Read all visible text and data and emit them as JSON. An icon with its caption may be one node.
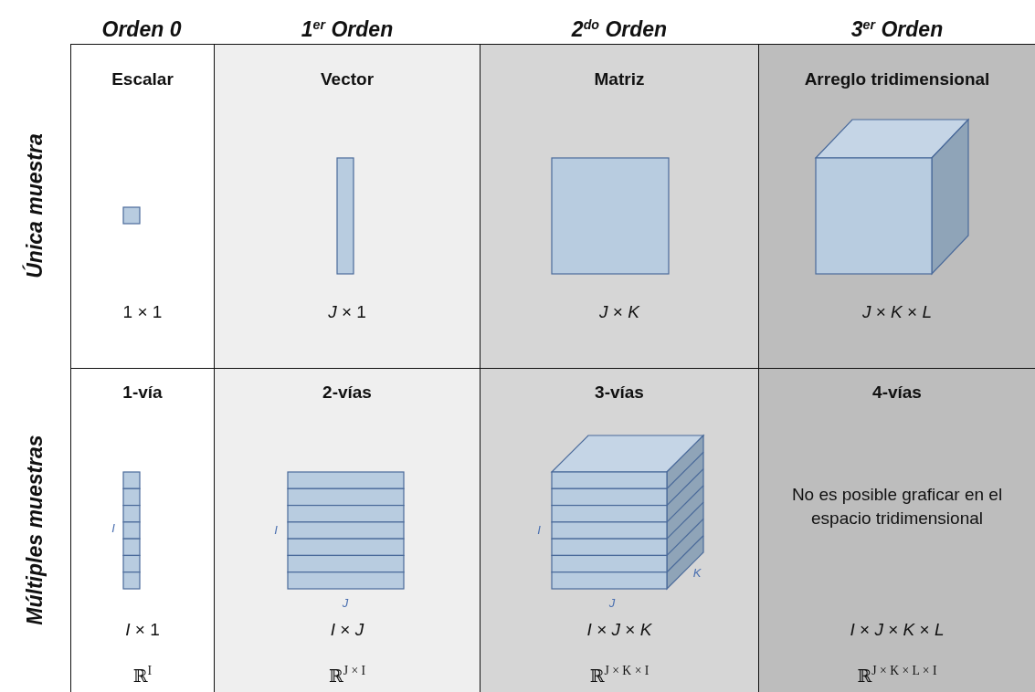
{
  "diagram": {
    "nodes": [
      {
        "text": [
          "Escalar",
          "1 × 1"
        ]
      },
      {
        "text": [
          "Vector",
          "*J* × 1"
        ]
      },
      {
        "text": [
          "Matriz",
          "*J* × *K*"
        ]
      },
      {
        "text": [
          "Arreglo tridimensional",
          "*J* × *K* × *L*"
        ]
      },
      {
        "text": [
          "1-vía",
          "*I* × 1",
          "ℝ$^{I}$"
        ]
      },
      {
        "text": [
          "2-vías",
          "*I* × *J*",
          "ℝ$^{J × I}$"
        ]
      },
      {
        "text": [
          "3-vías",
          "*I* × *J* × *K*",
          "ℝ$^{J × K × I}$"
        ]
      },
      {
        "text": [
          "4-vías",
          "No es posible graficar en el espacio tridimensional",
          "*I* × *J* × *K* × *L*",
          "ℝ$^{J × K × L × I}$"
        ]
      }
    ],
    "labels": [
      "Orden 0",
      "1$^{er}$ Orden",
      "2$^{do}$ Orden",
      "3$^{er}$ Orden",
      "Única muestra",
      "Múltiples muestras",
      "I",
      "I",
      "J",
      "I",
      "J",
      "K"
    ]
  }
}
